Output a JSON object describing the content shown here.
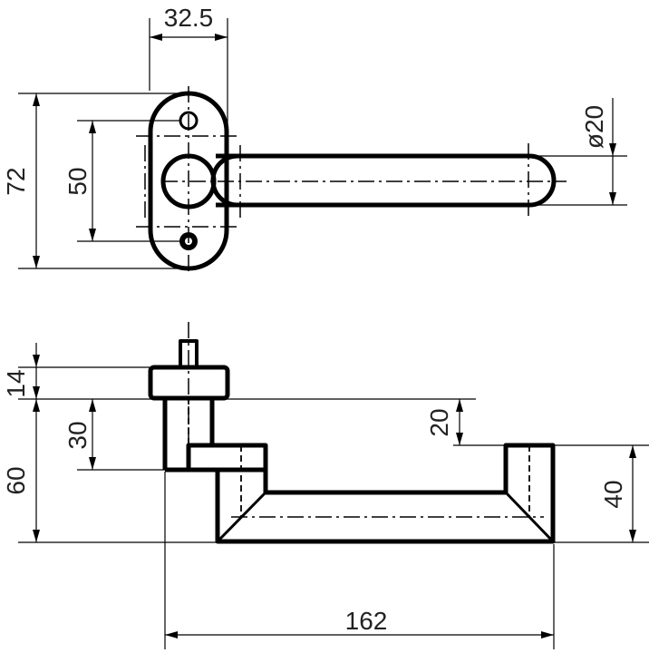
{
  "dimensions": {
    "width_32_5": "32.5",
    "height_72": "72",
    "height_50": "50",
    "diameter_20": "ø20",
    "height_14": "14",
    "height_30": "30",
    "height_60": "60",
    "height_20": "20",
    "height_40": "40",
    "length_162": "162"
  }
}
